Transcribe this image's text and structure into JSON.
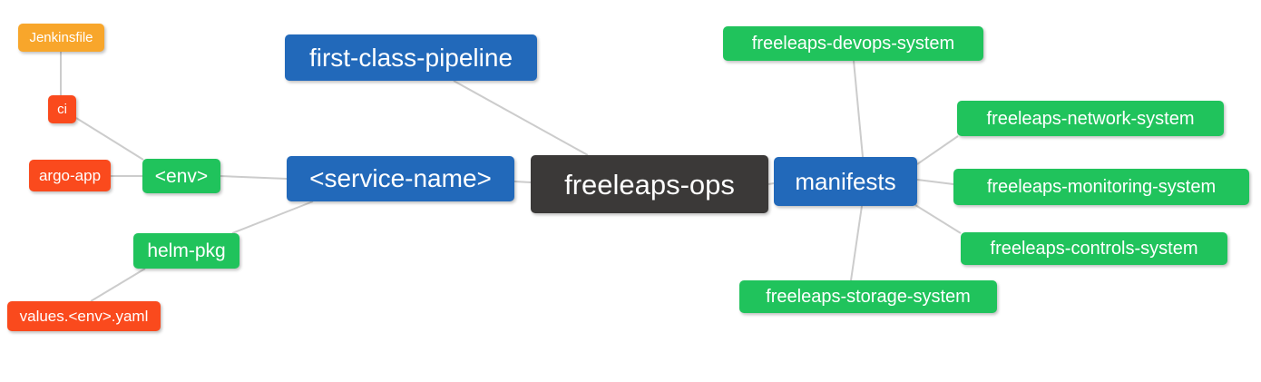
{
  "diagram": {
    "type": "mindmap",
    "root_label": "freeleaps-ops"
  },
  "colors": {
    "blue": "#2269BA",
    "green": "#20C35C",
    "red": "#FA4A1D",
    "orange": "#F8A62B",
    "dark": "#3B3938",
    "edge": "#CCCCCC",
    "text": "#FFFFFF",
    "background": "#FFFFFF"
  },
  "nodes": {
    "jenkinsfile": {
      "label": "Jenkinsfile",
      "color": "orange"
    },
    "ci": {
      "label": "ci",
      "color": "red"
    },
    "argo_app": {
      "label": "argo-app",
      "color": "red"
    },
    "env": {
      "label": "<env>",
      "color": "green"
    },
    "helm_pkg": {
      "label": "helm-pkg",
      "color": "green"
    },
    "values_env_yaml": {
      "label": "values.<env>.yaml",
      "color": "red"
    },
    "first_class_pipeline": {
      "label": "first-class-pipeline",
      "color": "blue"
    },
    "service_name": {
      "label": "<service-name>",
      "color": "blue"
    },
    "freeleaps_ops": {
      "label": "freeleaps-ops",
      "color": "dark"
    },
    "manifests": {
      "label": "manifests",
      "color": "blue"
    },
    "devops_system": {
      "label": "freeleaps-devops-system",
      "color": "green"
    },
    "network_system": {
      "label": "freeleaps-network-system",
      "color": "green"
    },
    "monitoring_system": {
      "label": "freeleaps-monitoring-system",
      "color": "green"
    },
    "controls_system": {
      "label": "freeleaps-controls-system",
      "color": "green"
    },
    "storage_system": {
      "label": "freeleaps-storage-system",
      "color": "green"
    }
  },
  "edges": [
    {
      "from": "Jenkinsfile",
      "to": "ci"
    },
    {
      "from": "ci",
      "to": "<env>"
    },
    {
      "from": "argo-app",
      "to": "<env>"
    },
    {
      "from": "<env>",
      "to": "<service-name>"
    },
    {
      "from": "helm-pkg",
      "to": "<service-name>"
    },
    {
      "from": "values.<env>.yaml",
      "to": "helm-pkg"
    },
    {
      "from": "first-class-pipeline",
      "to": "freeleaps-ops"
    },
    {
      "from": "<service-name>",
      "to": "freeleaps-ops"
    },
    {
      "from": "freeleaps-ops",
      "to": "manifests"
    },
    {
      "from": "manifests",
      "to": "freeleaps-devops-system"
    },
    {
      "from": "manifests",
      "to": "freeleaps-network-system"
    },
    {
      "from": "manifests",
      "to": "freeleaps-monitoring-system"
    },
    {
      "from": "manifests",
      "to": "freeleaps-controls-system"
    },
    {
      "from": "manifests",
      "to": "freeleaps-storage-system"
    }
  ]
}
